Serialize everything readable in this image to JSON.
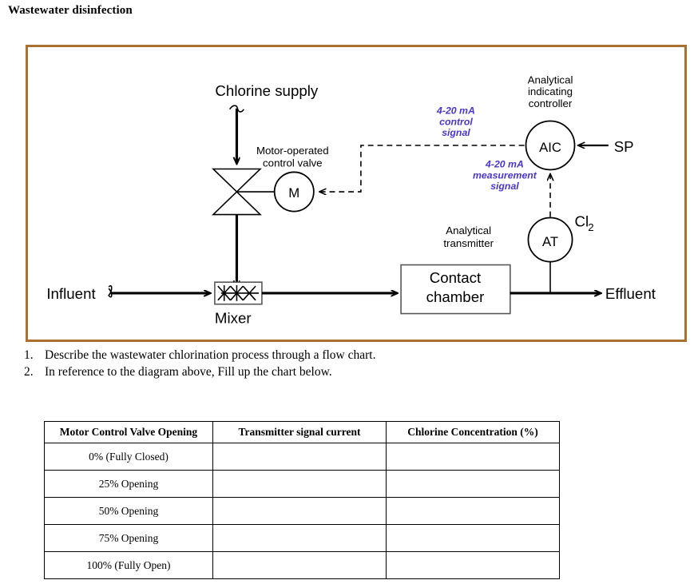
{
  "page": {
    "title": "Wastewater disinfection"
  },
  "diagram": {
    "border_color": "#a9702f",
    "signal_color": "#4a35cf",
    "labels": {
      "chlorine_supply": "Chlorine supply",
      "motor_valve_line1": "Motor-operated",
      "motor_valve_line2": "control valve",
      "motor_symbol": "M",
      "control_signal_line1": "4-20 mA",
      "control_signal_line2": "control",
      "control_signal_line3": "signal",
      "aic_title_line1": "Analytical",
      "aic_title_line2": "indicating",
      "aic_title_line3": "controller",
      "aic_symbol": "AIC",
      "setpoint": "SP",
      "measurement_signal_line1": "4-20 mA",
      "measurement_signal_line2": "measurement",
      "measurement_signal_line3": "signal",
      "analytical_transmitter_line1": "Analytical",
      "analytical_transmitter_line2": "transmitter",
      "at_symbol": "AT",
      "chlorine_species": "Cl",
      "chlorine_species_sub": "2",
      "influent": "Influent",
      "mixer": "Mixer",
      "contact_chamber_line1": "Contact",
      "contact_chamber_line2": "chamber",
      "effluent": "Effluent"
    }
  },
  "questions": [
    {
      "number": "1.",
      "text": "Describe the wastewater chlorination process through a flow chart."
    },
    {
      "number": "2.",
      "text": "In reference to the diagram above, Fill up the chart below."
    }
  ],
  "table": {
    "headers": [
      "Motor Control Valve Opening",
      "Transmitter signal current",
      "Chlorine Concentration (%)"
    ],
    "rows": [
      {
        "opening": "0% (Fully Closed)",
        "signal": "",
        "concentration": ""
      },
      {
        "opening": "25% Opening",
        "signal": "",
        "concentration": ""
      },
      {
        "opening": "50% Opening",
        "signal": "",
        "concentration": ""
      },
      {
        "opening": "75% Opening",
        "signal": "",
        "concentration": ""
      },
      {
        "opening": "100% (Fully Open)",
        "signal": "",
        "concentration": ""
      }
    ]
  }
}
